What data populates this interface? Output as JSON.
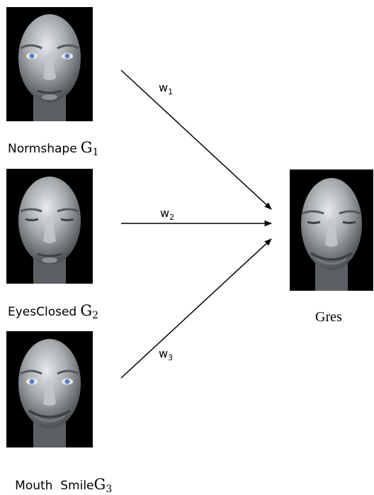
{
  "inputs": [
    {
      "name": "Normshape",
      "symbol": "G",
      "index": "1",
      "expression": "neutral",
      "weight_symbol": "w",
      "weight_index": "1"
    },
    {
      "name": "EyesClosed",
      "symbol": "G",
      "index": "2",
      "expression": "eyes-closed",
      "weight_symbol": "w",
      "weight_index": "2"
    },
    {
      "name": "Mouth  Smile",
      "symbol": "G",
      "index": "3",
      "expression": "smile",
      "weight_symbol": "w",
      "weight_index": "3"
    }
  ],
  "result": {
    "label": "Gres",
    "expression": "combined"
  },
  "colors": {
    "face": "#a9acaf",
    "face_dark": "#4d5054",
    "background": "#000000",
    "eyes": "#5a7fc4",
    "arrow": "#000000"
  }
}
